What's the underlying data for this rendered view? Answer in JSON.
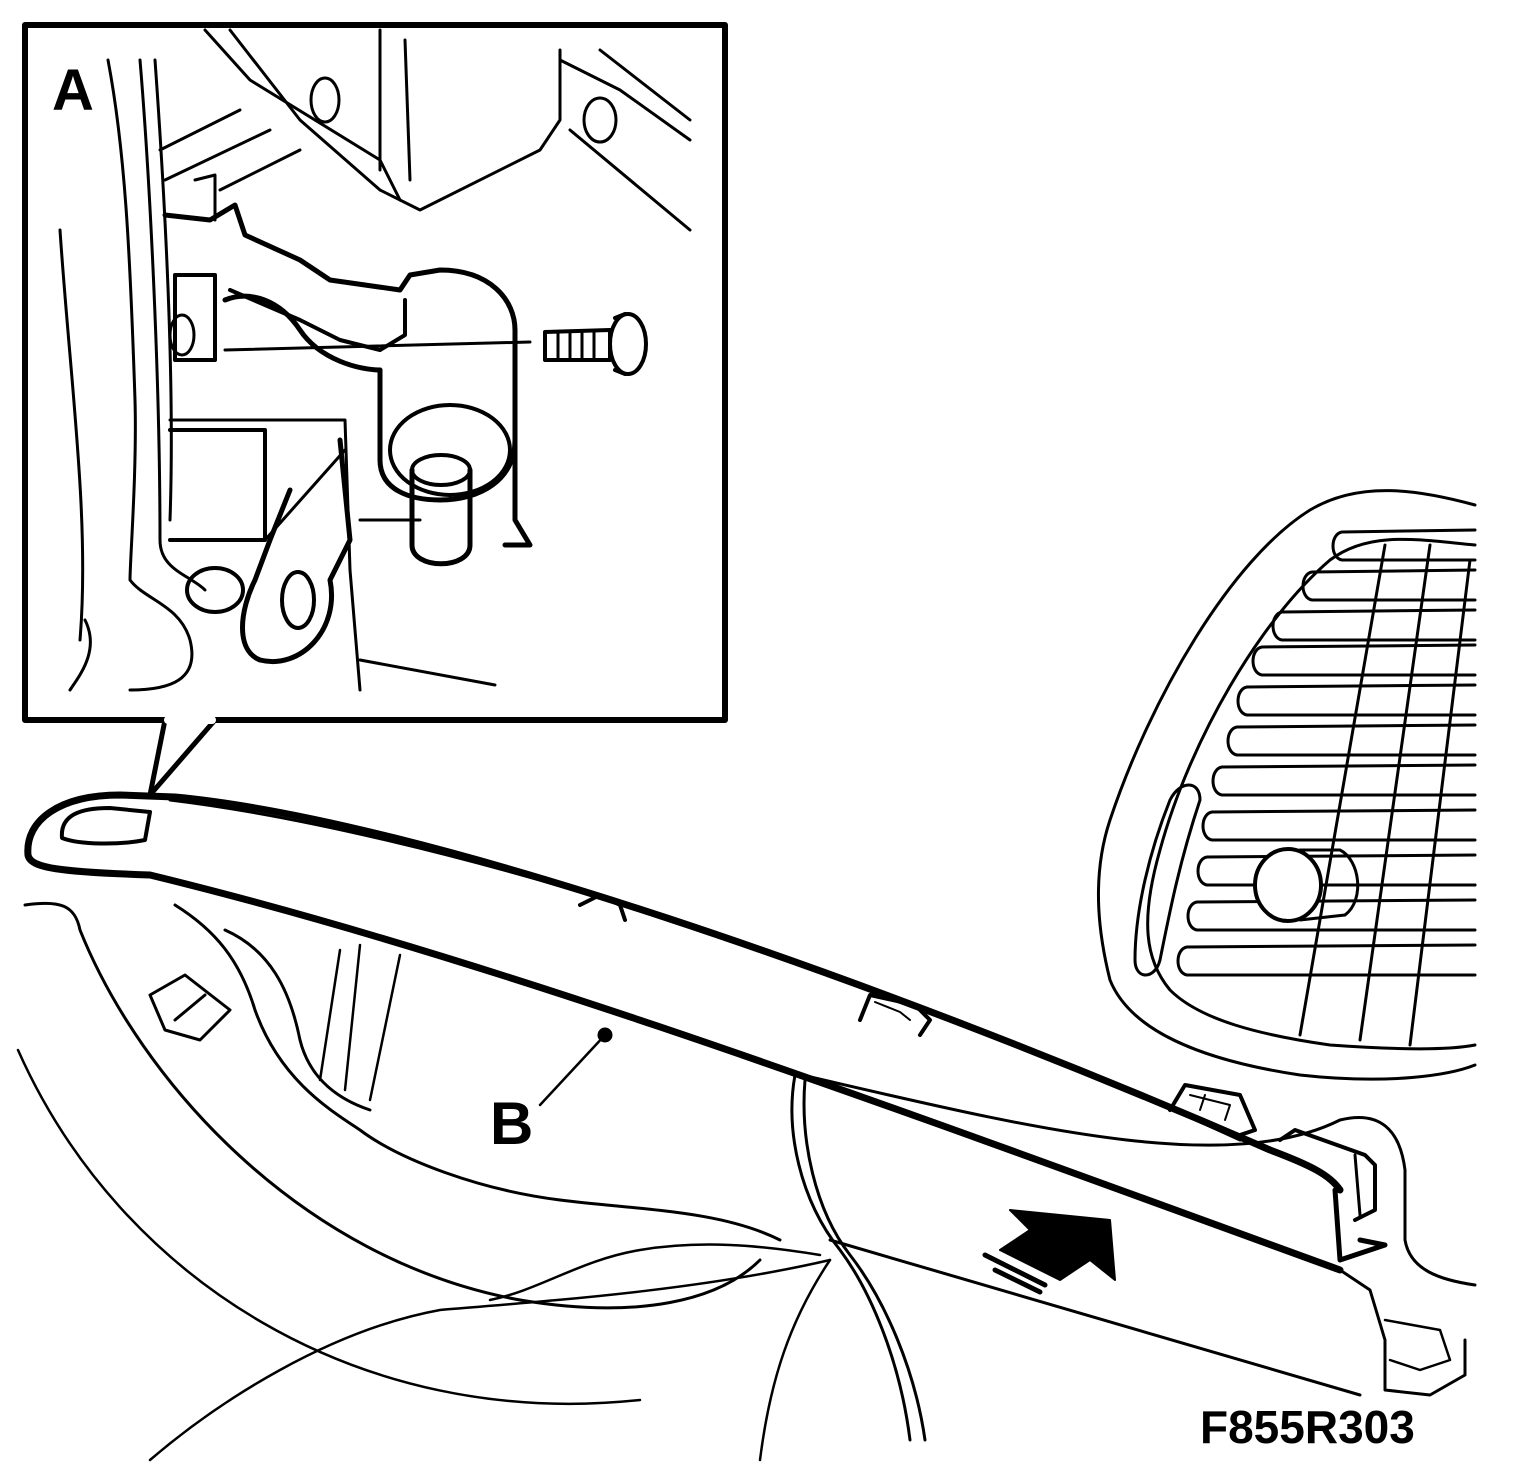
{
  "labels": {
    "a": "A",
    "b": "B"
  },
  "figure_code": "F855R303",
  "colors": {
    "line": "#000000",
    "background": "#ffffff"
  },
  "icons": {
    "direction_arrow": "arrow-icon",
    "screw": "screw-icon"
  }
}
